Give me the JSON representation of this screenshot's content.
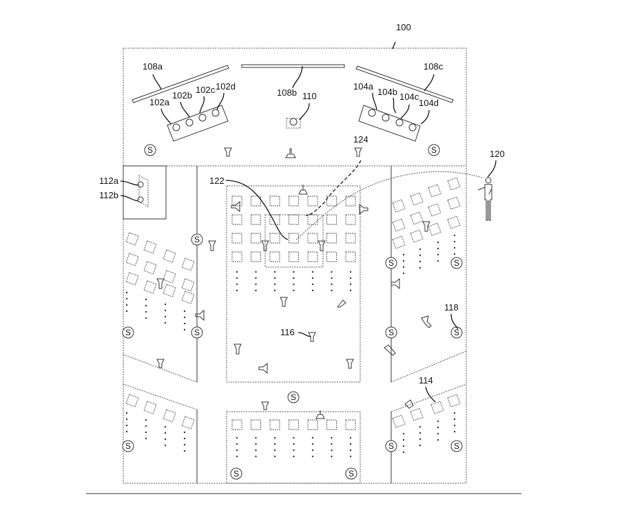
{
  "figure": {
    "labels": {
      "l100": "100",
      "l108a": "108a",
      "l108b": "108b",
      "l108c": "108c",
      "l102a": "102a",
      "l102b": "102b",
      "l102c": "102c",
      "l102d": "102d",
      "l104a": "104a",
      "l104b": "104b",
      "l104c": "104c",
      "l104d": "104d",
      "l110": "110",
      "l124": "124",
      "l122": "122",
      "l120": "120",
      "l112a": "112a",
      "l112b": "112b",
      "l116": "116",
      "l118": "118",
      "l114": "114"
    },
    "sensor_symbol": "S",
    "icons": [
      "camera-icon",
      "sensor-icon",
      "display-frame-icon",
      "person-icon",
      "product-box-icon"
    ]
  }
}
